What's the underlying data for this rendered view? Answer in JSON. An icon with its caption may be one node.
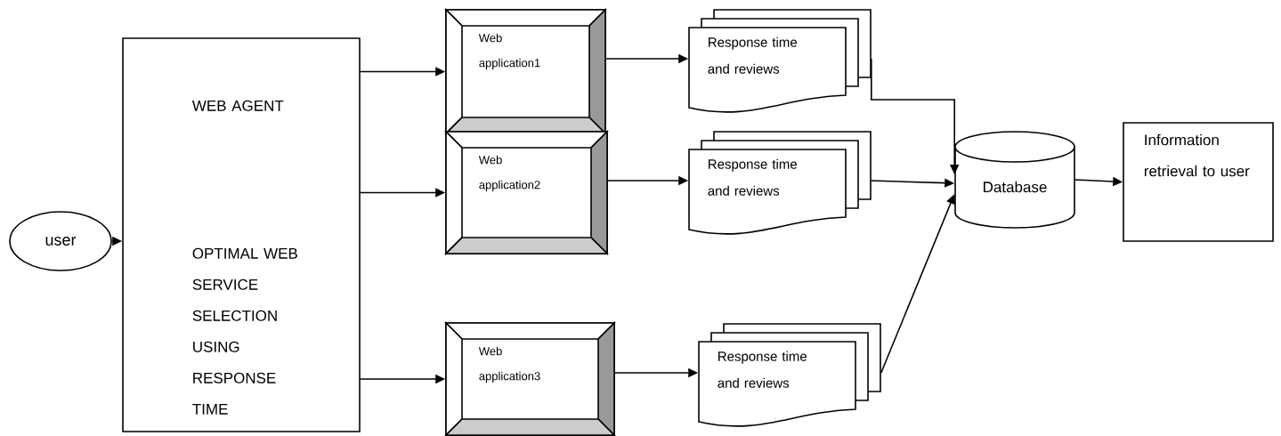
{
  "diagram": {
    "nodes": [
      {
        "text": [
          "user"
        ]
      },
      {
        "text": [
          "WEB AGENT",
          "OPTIMAL WEB SERVICE SELECTION USING RESPONSE TIME"
        ]
      },
      {
        "text": [
          "Web application1"
        ]
      },
      {
        "text": [
          "Web application2"
        ]
      },
      {
        "text": [
          "Web application3"
        ]
      },
      {
        "text": [
          "Response time and reviews"
        ]
      },
      {
        "text": [
          "Response time and reviews"
        ]
      },
      {
        "text": [
          "Response time and reviews"
        ]
      },
      {
        "text": [
          "Database"
        ]
      },
      {
        "text": [
          "Information retrieval to user"
        ]
      }
    ],
    "edges": [
      {
        "from": 0,
        "to": 1,
        "arrow": "to"
      },
      {
        "from": 1,
        "to": 2,
        "arrow": "to"
      },
      {
        "from": 1,
        "to": 3,
        "arrow": "to"
      },
      {
        "from": 1,
        "to": 4,
        "arrow": "to"
      },
      {
        "from": 2,
        "to": 5,
        "arrow": "to"
      },
      {
        "from": 3,
        "to": 6,
        "arrow": "to"
      },
      {
        "from": 4,
        "to": 7,
        "arrow": "to"
      },
      {
        "from": 5,
        "to": 8,
        "arrow": "to"
      },
      {
        "from": 6,
        "to": 8,
        "arrow": "to"
      },
      {
        "from": 7,
        "to": 8,
        "arrow": "to"
      },
      {
        "from": 8,
        "to": 9,
        "arrow": "to"
      }
    ]
  }
}
